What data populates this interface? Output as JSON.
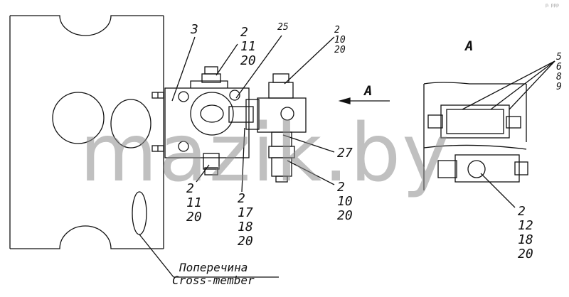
{
  "watermark": "mazik.by",
  "corner_mark": "p. ppp",
  "view_label": "A",
  "arrow_label": "A",
  "callouts": {
    "c3": "3",
    "c25": "25",
    "top_left_stack": [
      "2",
      "11",
      "20"
    ],
    "top_mid_stack": [
      "2",
      "10",
      "20"
    ],
    "right_stack_top": [
      "5",
      "6",
      "8",
      "9"
    ],
    "c27": "27",
    "mid_lower_stack": [
      "2",
      "10",
      "20"
    ],
    "bottom_left_stack": [
      "2",
      "11",
      "20"
    ],
    "bottom_mid_stack": [
      "2",
      "17",
      "18",
      "20"
    ],
    "right_lower_stack": [
      "2",
      "12",
      "18",
      "20"
    ]
  },
  "caption": {
    "ru": "Поперечина",
    "en": "Cross-member"
  }
}
